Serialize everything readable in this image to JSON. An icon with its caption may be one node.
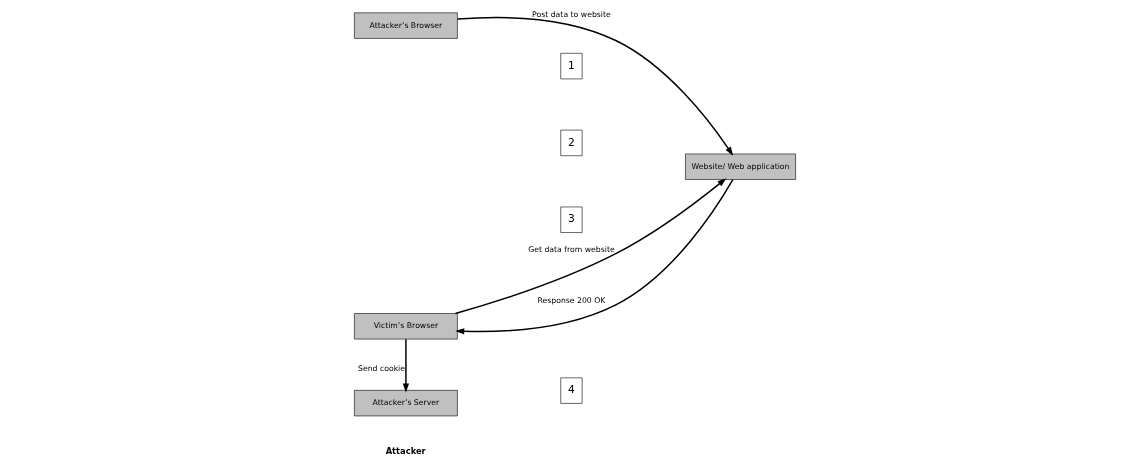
{
  "diagram": {
    "nodes": [
      {
        "text": [
          "Attacker’s Browser"
        ]
      },
      {
        "text": [
          "Website/ Web application"
        ]
      },
      {
        "text": [
          "Attacker’s Server"
        ]
      },
      {
        "text": [
          "Victim’s Browser"
        ]
      },
      {
        "text": [
          "1"
        ]
      },
      {
        "text": [
          "2"
        ]
      },
      {
        "text": [
          "3"
        ]
      },
      {
        "text": [
          "4"
        ]
      }
    ],
    "edges": [
      {
        "from": 0,
        "to": 1,
        "arrow": "to",
        "label": "Post data to website"
      },
      {
        "from": 3,
        "to": 1,
        "arrow": "to",
        "label": "Get data from website"
      },
      {
        "from": 1,
        "to": 3,
        "arrow": "to",
        "label": "Response 200 OK"
      },
      {
        "from": 3,
        "to": 2,
        "arrow": "to",
        "label": "Send cookie"
      }
    ],
    "labels": [
      "Attacker"
    ]
  }
}
